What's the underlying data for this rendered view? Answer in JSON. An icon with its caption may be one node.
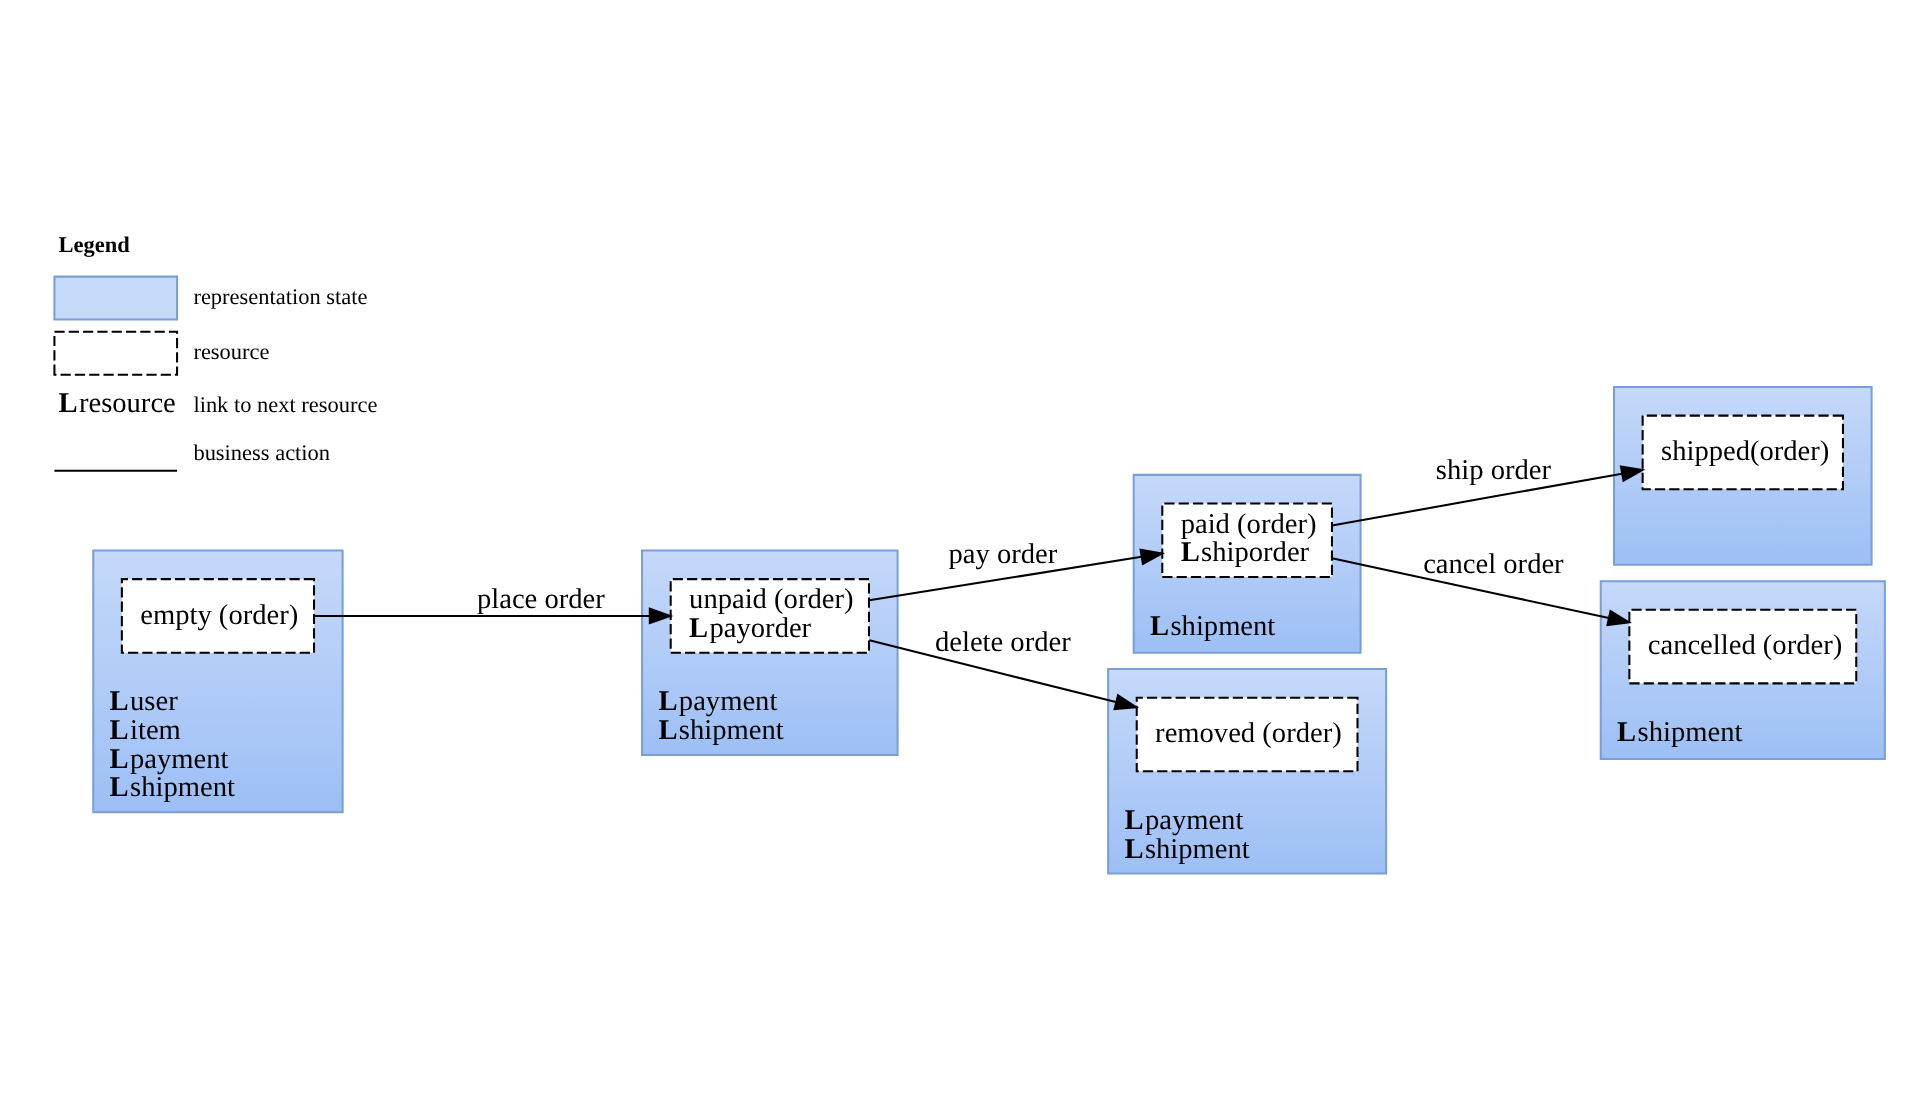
{
  "diagram": {
    "nodes": [
      {
        "text": [
          "**L**user",
          "**L**item",
          "**L**payment",
          "**L**shipment"
        ]
      },
      {
        "text": [
          "empty (order)"
        ],
        "in": 0
      },
      {
        "text": [
          "**L**payment",
          "**L**shipment"
        ]
      },
      {
        "text": [
          "unpaid (order)",
          "**L**payorder"
        ],
        "in": 2
      },
      {
        "text": [
          "**L**shipment"
        ]
      },
      {
        "text": [
          "paid (order)",
          "**L**shiporder"
        ],
        "in": 4
      },
      {
        "text": [],
        "shape": "box"
      },
      {
        "text": [
          "shipped(order)"
        ],
        "in": 6
      },
      {
        "text": [
          "**L**payment",
          "**L**shipment"
        ]
      },
      {
        "text": [
          "removed (order)"
        ],
        "in": 8
      },
      {
        "text": [
          "**L**shipment"
        ]
      },
      {
        "text": [
          "cancelled (order)"
        ],
        "in": 10
      }
    ],
    "edges": [
      {
        "from": 1,
        "to": 3,
        "arrow": "to",
        "label": "place order"
      },
      {
        "from": 3,
        "to": 5,
        "arrow": "to",
        "label": "pay order"
      },
      {
        "from": 5,
        "to": 7,
        "arrow": "to",
        "label": "ship order"
      },
      {
        "from": 3,
        "to": 9,
        "arrow": "to",
        "label": "delete order"
      },
      {
        "from": 5,
        "to": 11,
        "arrow": "to",
        "label": "cancel order"
      }
    ],
    "labels": [
      "Legend",
      "**L**resource"
    ],
    "legend": [
      {
        "text": "representation state",
        "color": "#c5d9f9"
      },
      {
        "text": "resource"
      },
      {
        "text": "link to next resource"
      },
      {
        "text": "business action"
      }
    ]
  }
}
